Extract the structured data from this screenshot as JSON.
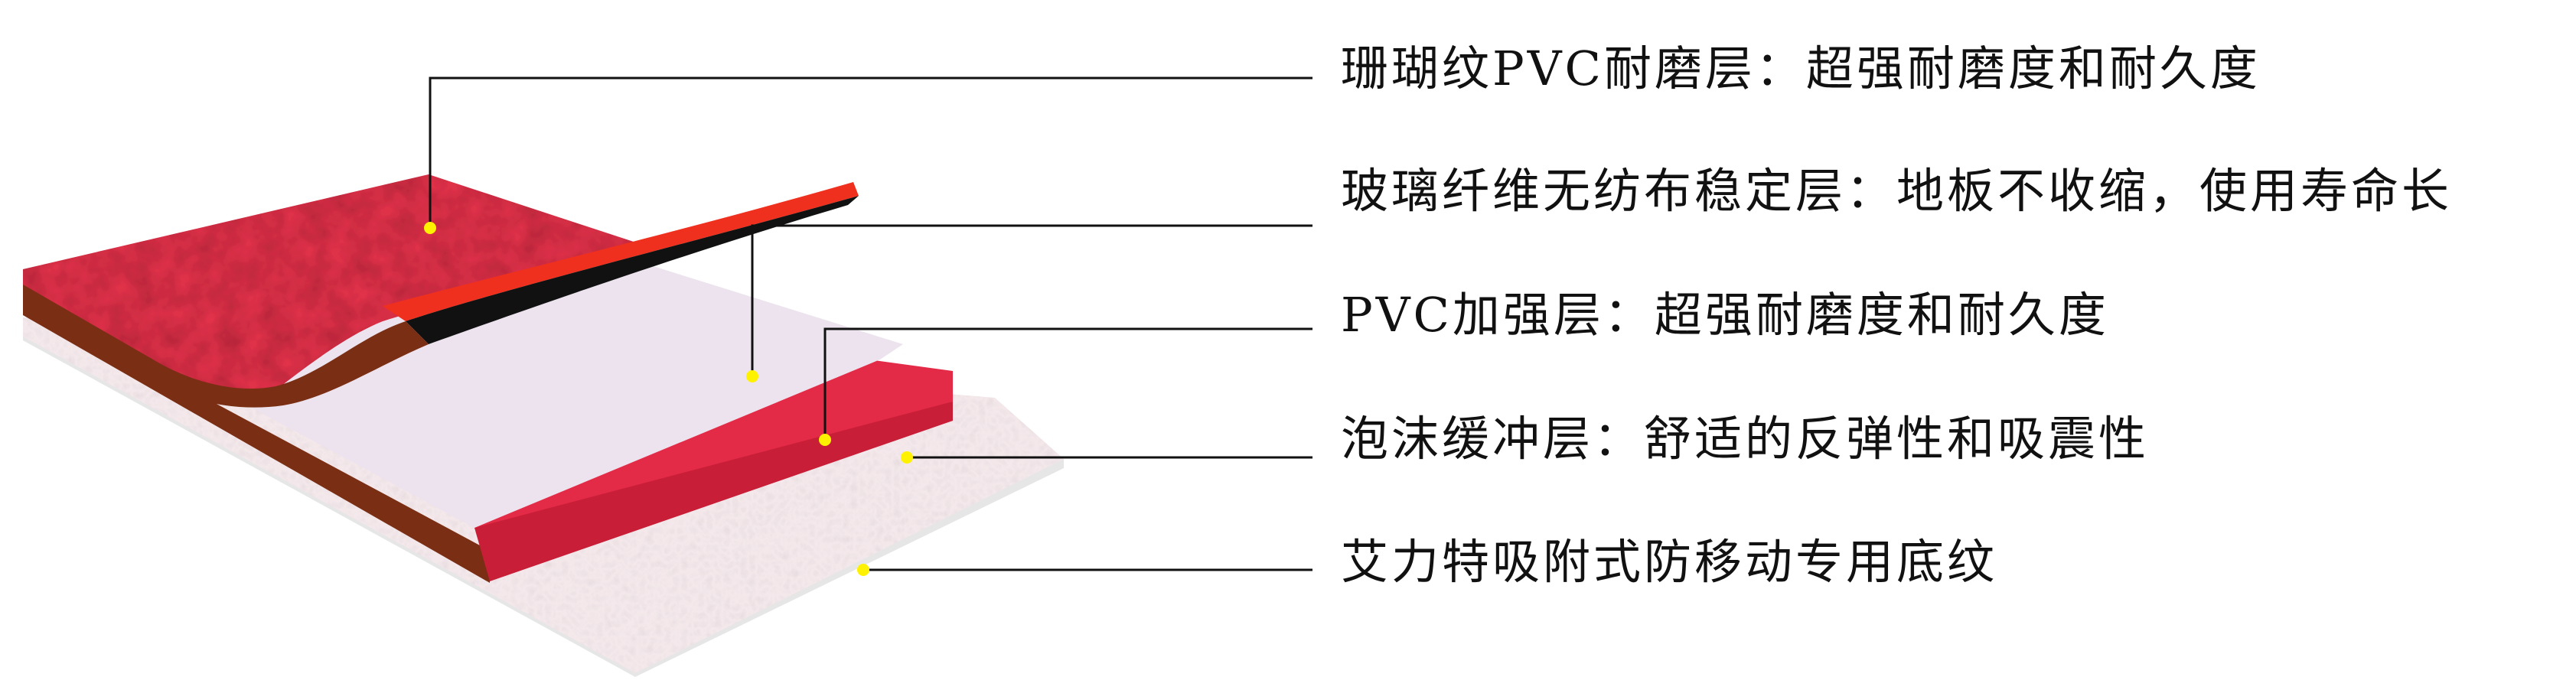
{
  "layers": [
    {
      "label": "珊瑚纹PVC耐磨层：超强耐磨度和耐久度",
      "color": "#e8354e"
    },
    {
      "label": "玻璃纤维无纺布稳定层：地板不收缩，使用寿命长",
      "color": "#ede3ee"
    },
    {
      "label": "PVC加强层：超强耐磨度和耐久度",
      "color": "#e32a46"
    },
    {
      "label": "泡沫缓冲层：舒适的反弹性和吸震性",
      "color": "#f6eaee"
    },
    {
      "label": "艾力特吸附式防移动专用底纹",
      "color": "#eeeeee"
    }
  ],
  "colors": {
    "leader_line": "#111111",
    "marker_dot": "#fff200",
    "edge_brown": "#7a2e14",
    "edge_black": "#111111",
    "edge_orange": "#f0301e"
  }
}
